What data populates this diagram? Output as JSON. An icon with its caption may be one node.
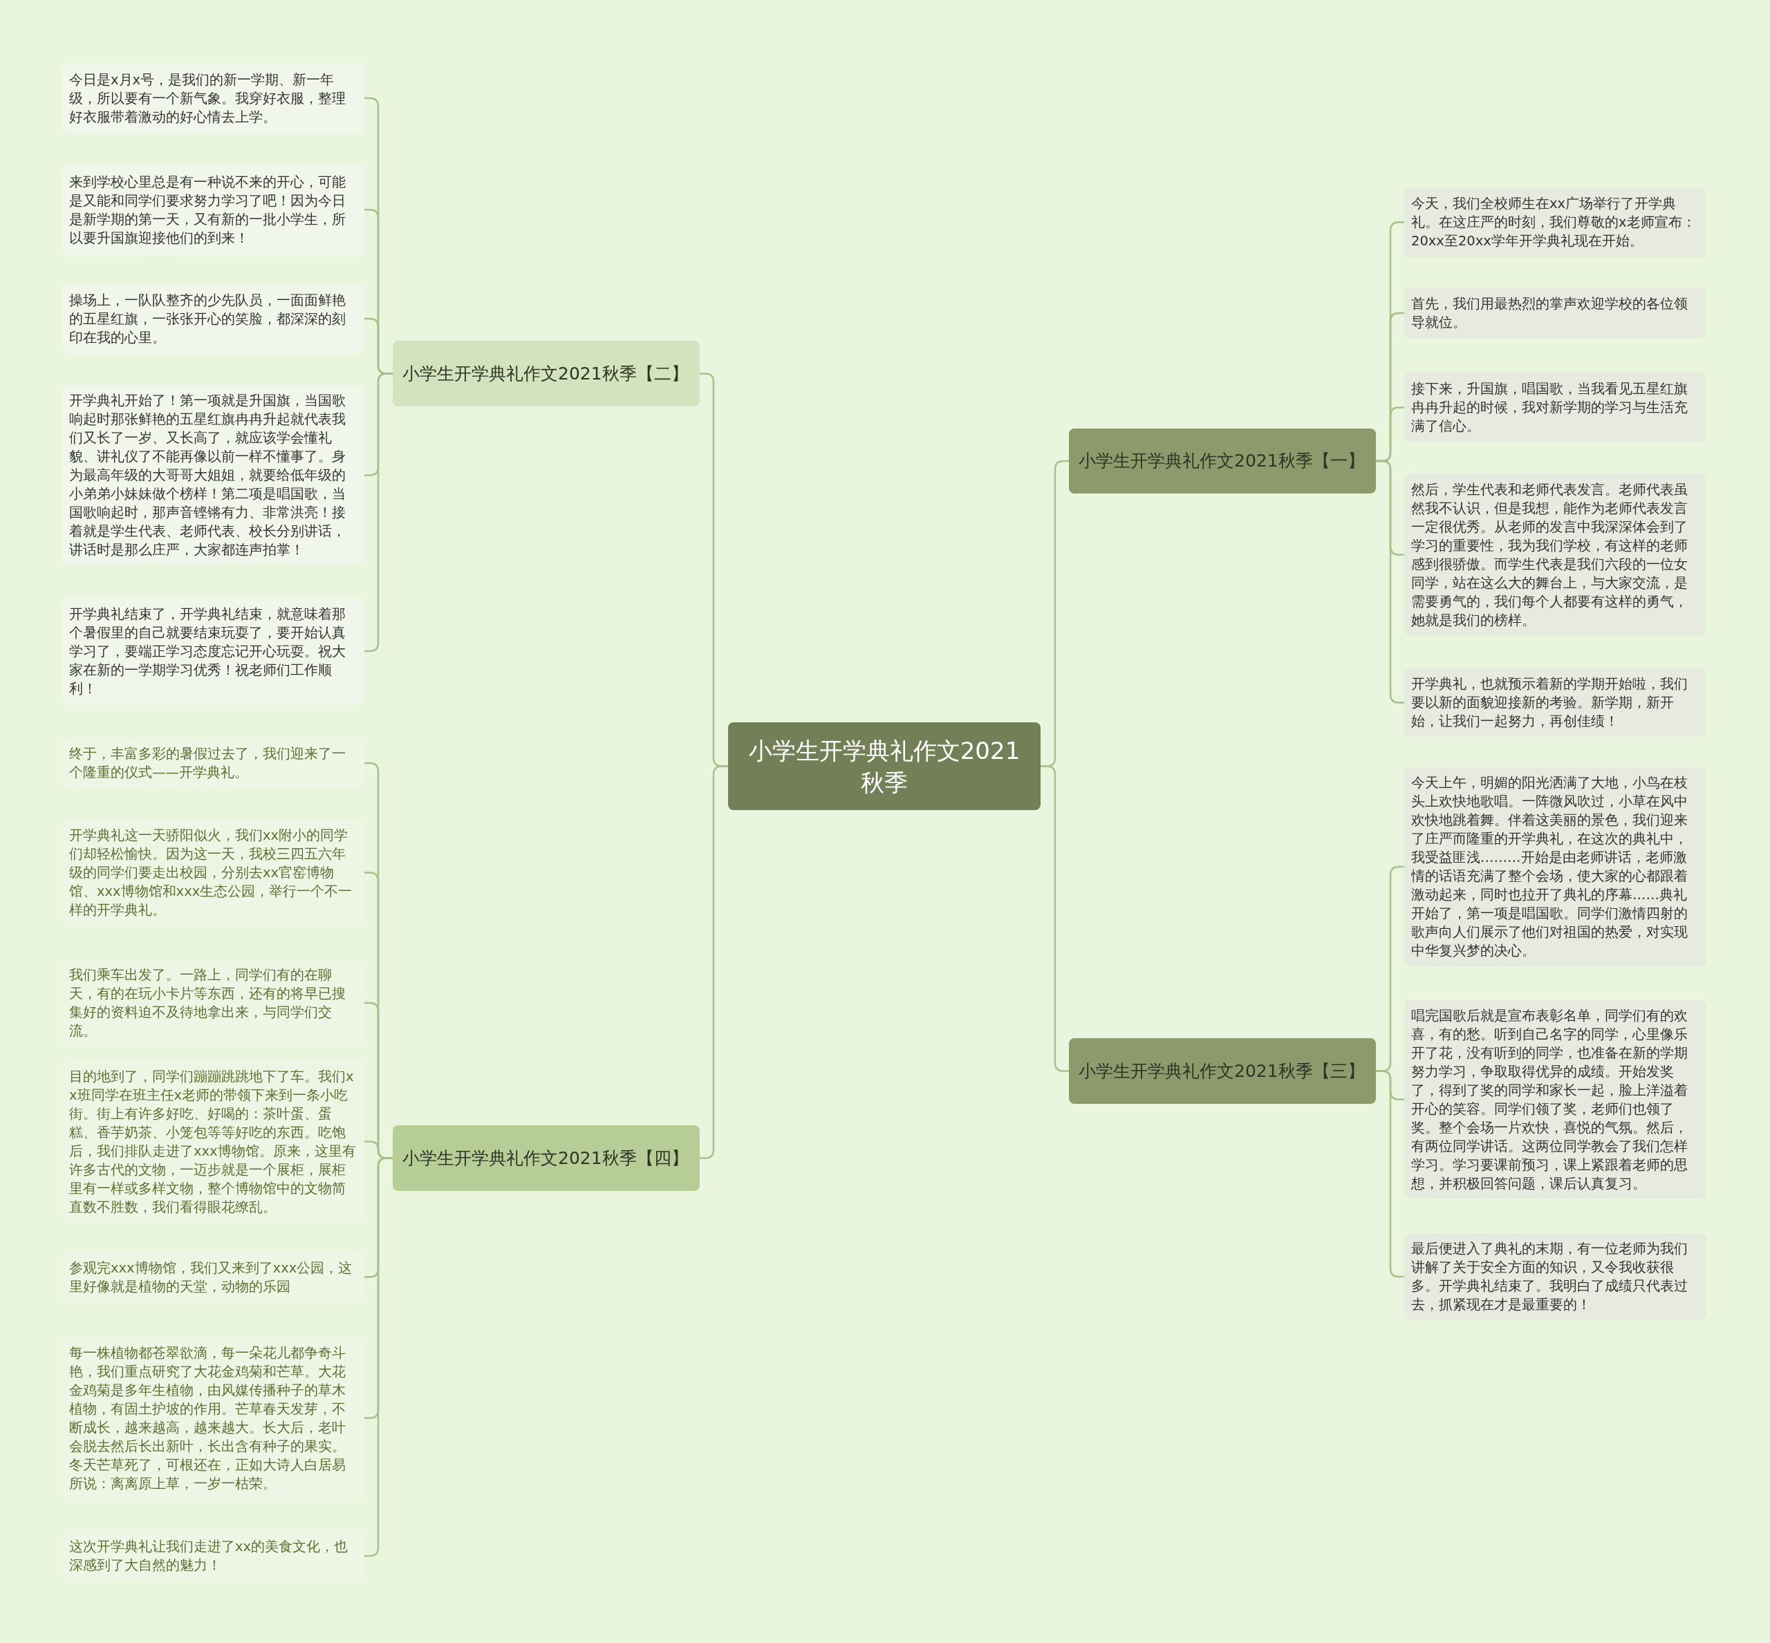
{
  "diagram": {
    "nodes": [
      {
        "text": [
          "小学生开学典礼作文2021秋季"
        ]
      },
      {
        "text": [
          "小学生开学典礼作文2021秋季【一】"
        ]
      },
      {
        "text": [
          "今天，我们全校师生在xx广场举行了开学典礼。在这庄严的时刻，我们尊敬的x老师宣布：20xx至20xx学年开学典礼现在开始。"
        ]
      },
      {
        "text": [
          "首先，我们用最热烈的掌声欢迎学校的各位领导就位。"
        ]
      },
      {
        "text": [
          "接下来，升国旗，唱国歌，当我看见五星红旗冉冉升起的时候，我对新学期的学习与生活充满了信心。"
        ]
      },
      {
        "text": [
          "然后，学生代表和老师代表发言。老师代表虽然我不认识，但是我想，能作为老师代表发言一定很优秀。从老师的发言中我深深体会到了学习的重要性，我为我们学校，有这样的老师感到很骄傲。而学生代表是我们六段的一位女同学，站在这么大的舞台上，与大家交流，是需要勇气的，我们每个人都要有这样的勇气，她就是我们的榜样。"
        ]
      },
      {
        "text": [
          "开学典礼，也就预示着新的学期开始啦，我们要以新的面貌迎接新的考验。新学期，新开始，让我们一起努力，再创佳绩！"
        ]
      },
      {
        "text": [
          "小学生开学典礼作文2021秋季【三】"
        ]
      },
      {
        "text": [
          "今天上午，明媚的阳光洒满了大地，小鸟在枝头上欢快地歌唱。一阵微风吹过，小草在风中欢快地跳着舞。伴着这美丽的景色，我们迎来了庄严而隆重的开学典礼，在这次的典礼中，我受益匪浅………开始是由老师讲话，老师激情的话语充满了整个会场，使大家的心都跟着激动起来，同时也拉开了典礼的序幕……典礼开始了，第一项是唱国歌。同学们激情四射的歌声向人们展示了他们对祖国的热爱，对实现中华复兴梦的决心。"
        ]
      },
      {
        "text": [
          "唱完国歌后就是宣布表彰名单，同学们有的欢喜，有的愁。听到自己名字的同学，心里像乐开了花，没有听到的同学，也准备在新的学期努力学习，争取取得优异的成绩。开始发奖了，得到了奖的同学和家长一起，脸上洋溢着开心的笑容。同学们领了奖，老师们也领了奖。整个会场一片欢快，喜悦的气氛。然后，有两位同学讲话。这两位同学教会了我们怎样学习。学习要课前预习，课上紧跟着老师的思想，并积极回答问题，课后认真复习。"
        ]
      },
      {
        "text": [
          "最后便进入了典礼的末期，有一位老师为我们讲解了关于安全方面的知识，又令我收获很多。开学典礼结束了。我明白了成绩只代表过去，抓紧现在才是最重要的！"
        ]
      },
      {
        "text": [
          "小学生开学典礼作文2021秋季【二】"
        ]
      },
      {
        "text": [
          "今日是x月x号，是我们的新一学期、新一年级，所以要有一个新气象。我穿好衣服，整理好衣服带着激动的好心情去上学。"
        ]
      },
      {
        "text": [
          "来到学校心里总是有一种说不来的开心，可能是又能和同学们要求努力学习了吧！因为今日是新学期的第一天，又有新的一批小学生，所以要升国旗迎接他们的到来！"
        ]
      },
      {
        "text": [
          "操场上，一队队整齐的少先队员，一面面鲜艳的五星红旗，一张张开心的笑脸，都深深的刻印在我的心里。"
        ]
      },
      {
        "text": [
          "开学典礼开始了！第一项就是升国旗，当国歌响起时那张鲜艳的五星红旗冉冉升起就代表我们又长了一岁、又长高了，就应该学会懂礼貌、讲礼仪了不能再像以前一样不懂事了。身为最高年级的大哥哥大姐姐，就要给低年级的小弟弟小妹妹做个榜样！第二项是唱国歌，当国歌响起时，那声音铿锵有力、非常洪亮！接着就是学生代表、老师代表、校长分别讲话，讲话时是那么庄严，大家都连声拍掌！"
        ]
      },
      {
        "text": [
          "开学典礼结束了，开学典礼结束，就意味着那个暑假里的自己就要结束玩耍了，要开始认真学习了，要端正学习态度忘记开心玩耍。祝大家在新的一学期学习优秀！祝老师们工作顺利！"
        ]
      },
      {
        "text": [
          "小学生开学典礼作文2021秋季【四】"
        ]
      },
      {
        "text": [
          "终于，丰富多彩的暑假过去了，我们迎来了一个隆重的仪式——开学典礼。"
        ]
      },
      {
        "text": [
          "开学典礼这一天骄阳似火，我们xx附小的同学们却轻松愉快。因为这一天，我校三四五六年级的同学们要走出校园，分别去xx官窑博物馆、xxx博物馆和xxx生态公园，举行一个不一样的开学典礼。"
        ]
      },
      {
        "text": [
          "我们乘车出发了。一路上，同学们有的在聊天，有的在玩小卡片等东西，还有的将早已搜集好的资料迫不及待地拿出来，与同学们交流。"
        ]
      },
      {
        "text": [
          "目的地到了，同学们蹦蹦跳跳地下了车。我们xx班同学在班主任x老师的带领下来到一条小吃街。街上有许多好吃、好喝的：茶叶蛋、蛋糕、香芋奶茶、小笼包等等好吃的东西。吃饱后，我们排队走进了xxx博物馆。原来，这里有许多古代的文物，一迈步就是一个展柜，展柜里有一样或多样文物，整个博物馆中的文物简直数不胜数，我们看得眼花缭乱。"
        ]
      },
      {
        "text": [
          "参观完xxx博物馆，我们又来到了xxx公园，这里好像就是植物的天堂，动物的乐园"
        ]
      },
      {
        "text": [
          "每一株植物都苍翠欲滴，每一朵花儿都争奇斗艳，我们重点研究了大花金鸡菊和芒草。大花金鸡菊是多年生植物，由风媒传播种子的草木植物，有固土护坡的作用。芒草春天发芽，不断成长，越来越高，越来越大。长大后，老叶会脱去然后长出新叶，长出含有种子的果实。冬天芒草死了，可根还在，正如大诗人白居易所说：离离原上草，一岁一枯荣。"
        ]
      },
      {
        "text": [
          "这次开学典礼让我们走进了xx的美食文化，也深感到了大自然的魅力！"
        ]
      }
    ],
    "edges": [
      {
        "from": 0,
        "to": 1,
        "arrow": "none"
      },
      {
        "from": 1,
        "to": 2,
        "arrow": "none"
      },
      {
        "from": 1,
        "to": 3,
        "arrow": "none"
      },
      {
        "from": 1,
        "to": 4,
        "arrow": "none"
      },
      {
        "from": 1,
        "to": 5,
        "arrow": "none"
      },
      {
        "from": 1,
        "to": 6,
        "arrow": "none"
      },
      {
        "from": 0,
        "to": 7,
        "arrow": "none"
      },
      {
        "from": 7,
        "to": 8,
        "arrow": "none"
      },
      {
        "from": 7,
        "to": 9,
        "arrow": "none"
      },
      {
        "from": 7,
        "to": 10,
        "arrow": "none"
      },
      {
        "from": 0,
        "to": 11,
        "arrow": "none"
      },
      {
        "from": 11,
        "to": 12,
        "arrow": "none"
      },
      {
        "from": 11,
        "to": 13,
        "arrow": "none"
      },
      {
        "from": 11,
        "to": 14,
        "arrow": "none"
      },
      {
        "from": 11,
        "to": 15,
        "arrow": "none"
      },
      {
        "from": 11,
        "to": 16,
        "arrow": "none"
      },
      {
        "from": 0,
        "to": 17,
        "arrow": "none"
      },
      {
        "from": 17,
        "to": 18,
        "arrow": "none"
      },
      {
        "from": 17,
        "to": 19,
        "arrow": "none"
      },
      {
        "from": 17,
        "to": 20,
        "arrow": "none"
      },
      {
        "from": 17,
        "to": 21,
        "arrow": "none"
      },
      {
        "from": 17,
        "to": 22,
        "arrow": "none"
      },
      {
        "from": 17,
        "to": 23,
        "arrow": "none"
      },
      {
        "from": 17,
        "to": 24,
        "arrow": "none"
      }
    ]
  }
}
